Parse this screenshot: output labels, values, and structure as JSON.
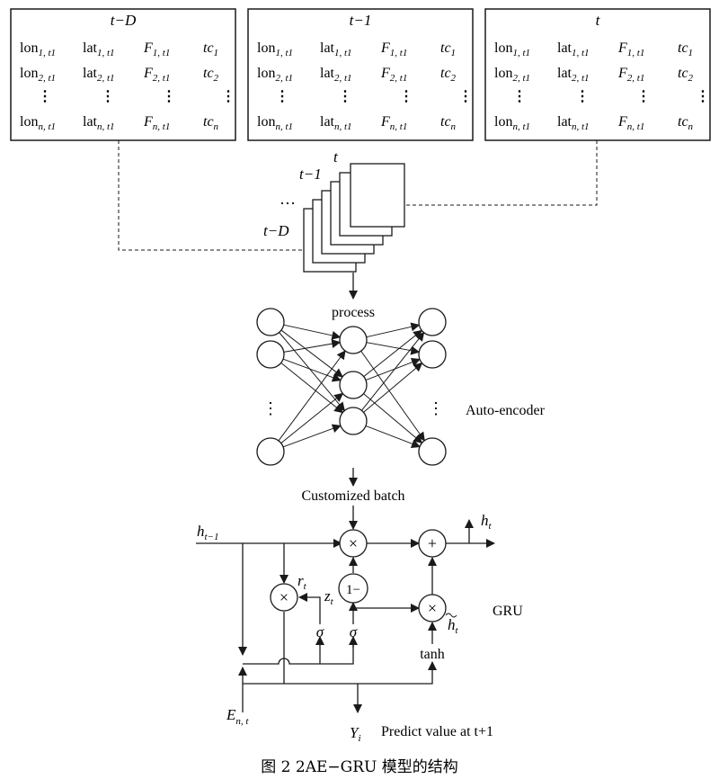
{
  "frames": [
    {
      "title": "t−D"
    },
    {
      "title": "t−1"
    },
    {
      "title": "t"
    }
  ],
  "frame_table": {
    "rows": [
      [
        {
          "base": "lon",
          "sub": "1, t1"
        },
        {
          "base": "lat",
          "sub": "1, t1"
        },
        {
          "base": "F",
          "sub": "1, t1"
        },
        {
          "base": "tc",
          "sub": "1"
        }
      ],
      [
        {
          "base": "lon",
          "sub": "2, t1"
        },
        {
          "base": "lat",
          "sub": "2, t1"
        },
        {
          "base": "F",
          "sub": "2, t1"
        },
        {
          "base": "tc",
          "sub": "2"
        }
      ],
      [
        {
          "base": "⋮",
          "sub": ""
        },
        {
          "base": "⋮",
          "sub": ""
        },
        {
          "base": "⋮",
          "sub": ""
        },
        {
          "base": "⋮",
          "sub": ""
        }
      ],
      [
        {
          "base": "lon",
          "sub": "n, t1"
        },
        {
          "base": "lat",
          "sub": "n, t1"
        },
        {
          "base": "F",
          "sub": "n, t1"
        },
        {
          "base": "tc",
          "sub": "n"
        }
      ]
    ]
  },
  "stack": {
    "label_t": "t",
    "label_t1": "t−1",
    "label_ellipsis": "…",
    "label_tD": "t−D"
  },
  "autoencoder": {
    "process_label": "process",
    "label": "Auto-encoder",
    "ellipsis": "⋮"
  },
  "batch_label": "Customized batch",
  "gru": {
    "label": "GRU",
    "h_prev_base": "h",
    "h_prev_sub": "t−1",
    "h_out_base": "h",
    "h_out_sub": "t",
    "r_base": "r",
    "r_sub": "t",
    "z_base": "z",
    "z_sub": "t",
    "h_tilde_base": "h",
    "h_tilde_sub": "t",
    "sigma": "σ",
    "tanh": "tanh",
    "times": "×",
    "plus": "+",
    "one_minus": "1−",
    "e_base": "E",
    "e_sub": "n, t",
    "y_base": "Y",
    "y_sub": "i",
    "predict_label": "Predict value at t+1"
  },
  "caption": "图 2   2AE−GRU 模型的结构"
}
